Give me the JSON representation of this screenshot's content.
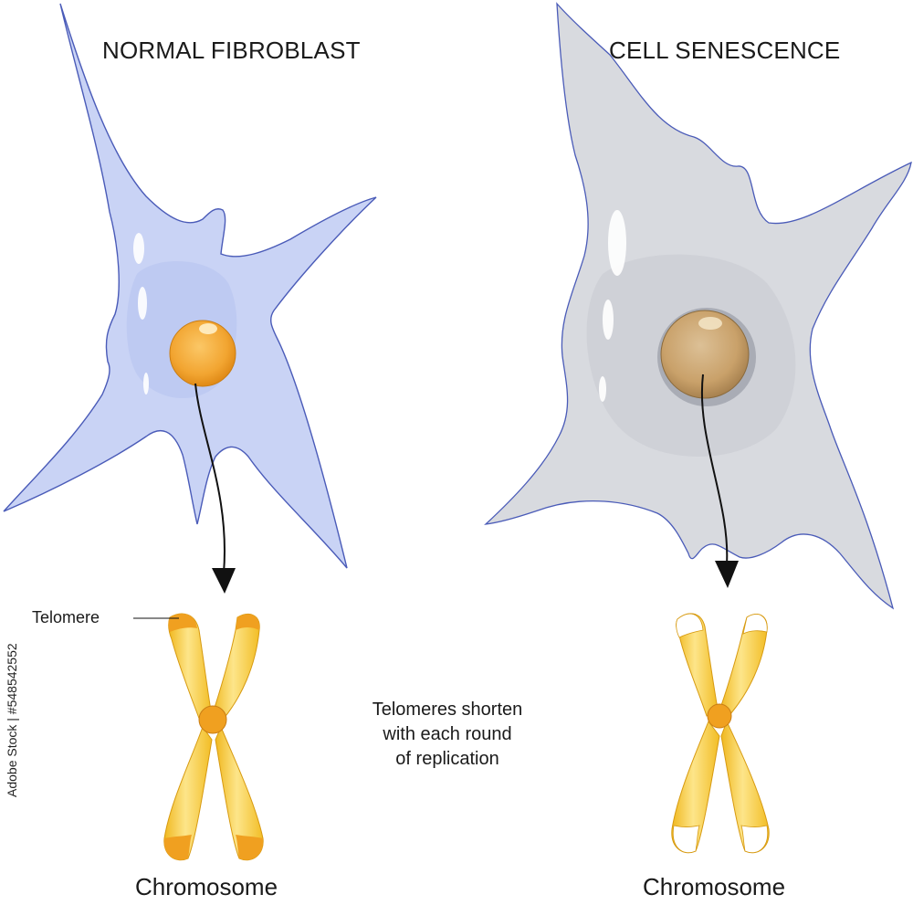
{
  "panels": {
    "normal": {
      "title": "NORMAL FIBROBLAST",
      "chromosome_label": "Chromosome",
      "telomere_label": "Telomere",
      "cell_color": "#c9d3f5",
      "nucleus_color": "#f2a531",
      "chromosome_color": "#f5c431",
      "telomere_color": "#f0a020"
    },
    "senescent": {
      "title": "CELL SENESCENCE",
      "chromosome_label": "Chromosome",
      "cell_color": "#d8dadf",
      "nucleus_color": "#c9a16a",
      "chromosome_color": "#f5c431"
    }
  },
  "note": {
    "lines": [
      "Telomeres shorten",
      "with each round",
      "of replication"
    ]
  },
  "watermark": {
    "stock_id": "Adobe Stock | #548542552"
  }
}
